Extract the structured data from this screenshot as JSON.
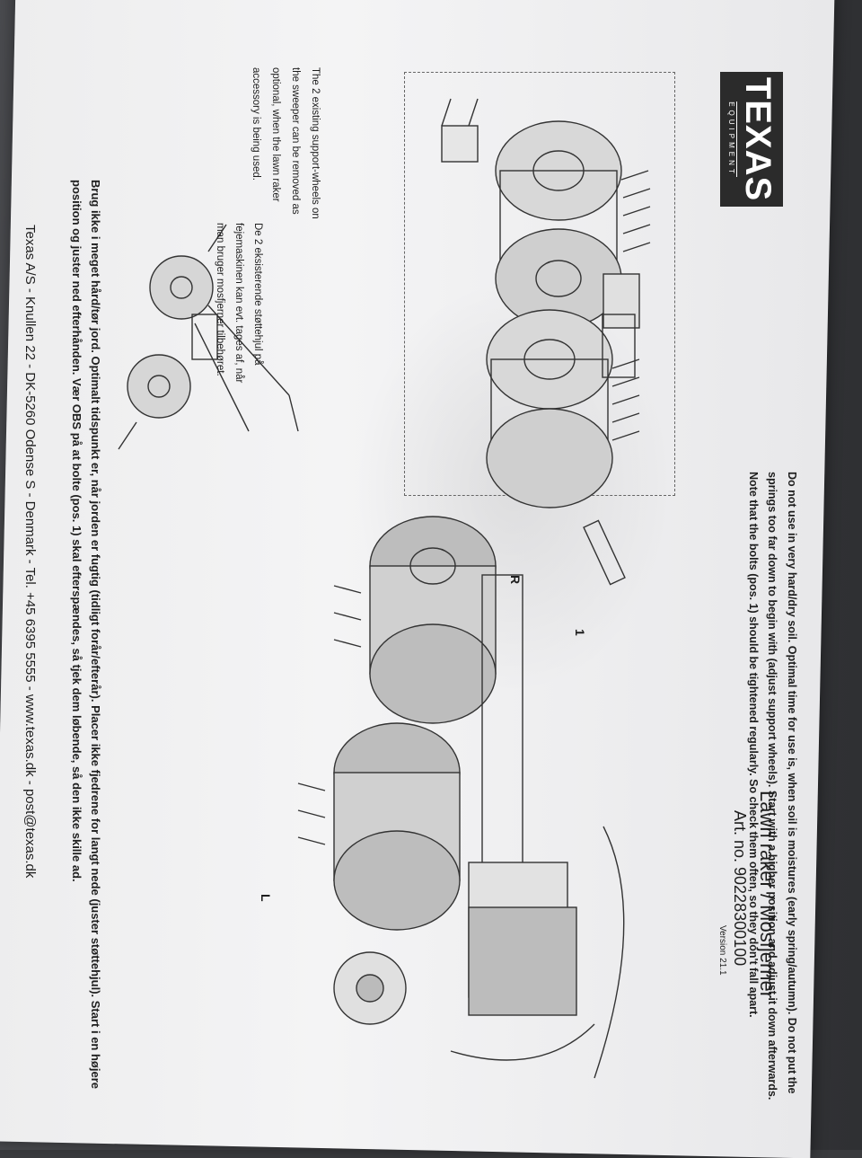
{
  "logo": {
    "brand": "TEXAS",
    "sub": "EQUIPMENT"
  },
  "header": {
    "title": "Lawn raker / Mosfjerner",
    "art_no": "Art. no. 90228300100",
    "version": "Version 21.1"
  },
  "notes": {
    "english": "The 2 existing support-wheels on the sweeper can be removed as optional, when the lawn raker accessory is being used.",
    "danish": "De 2 eksisterende støttehjul på fejemaskinen kan evt. tages af, når man bruger mosfjerner tilbehøret."
  },
  "labels": {
    "right": "R",
    "left": "L",
    "position_1": "1"
  },
  "instructions": {
    "english": "Do not use in very hard/dry soil. Optimal time for use is, when soil is moistures (early spring/autumn). Do not put the springs too far down to begin with (adjust support wheels). Start with a higher position and adjust it down afterwards. Note that the bolts (pos. 1) should be tightened regularly. So check them often, so they don't fall apart.",
    "danish": "Brug ikke i meget hård/tør jord. Optimalt tidspunkt er, når jorden er fugtig (tidligt forår/efterår). Placer ikke fjedrene for langt nede (juster støttehjul). Start i en højere position og juster ned efterhånden. Vær OBS på at bolte (pos. 1) skal efterspændes, så tjek dem løbende, så den ikke skille ad."
  },
  "footer": "Texas A/S - Knullen 22 - DK-5260 Odense S - Denmark - Tel. +45 6395 5555 - www.texas.dk - post@texas.dk"
}
